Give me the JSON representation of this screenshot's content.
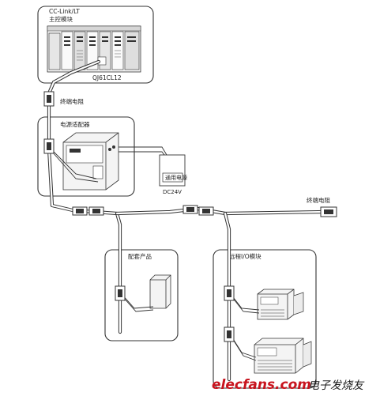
{
  "labels": {
    "master_network": "CC-Link/LT",
    "master_module": "主控模块",
    "master_model": "QJ61CL12",
    "terminator_top": "终端电阻",
    "power_adapter": "电源适配器",
    "general_power": "通用电源",
    "dc24v": "DC24V",
    "terminator_right": "终端电阻",
    "accessory": "配套产品",
    "remote_io": "远程I/O模块"
  },
  "watermark": {
    "site": "elecfans.com",
    "cn": "电子发烧友"
  },
  "colors": {
    "line": "#333333",
    "watermark_red": "#c8141e"
  }
}
